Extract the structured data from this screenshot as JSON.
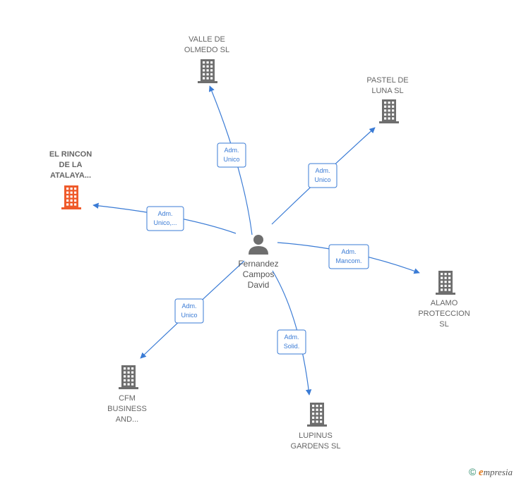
{
  "colors": {
    "edge": "#3a7bd5",
    "building": "#6e6e6e",
    "highlight": "#ef5a2a",
    "person": "#6e6e6e"
  },
  "center": {
    "name_lines": [
      "Fernandez",
      "Campos",
      "David"
    ],
    "icon": "person-icon"
  },
  "nodes": [
    {
      "id": "valle",
      "lines": [
        "VALLE DE",
        "OLMEDO  SL"
      ],
      "highlight": false,
      "icon": "building-icon"
    },
    {
      "id": "pastel",
      "lines": [
        "PASTEL DE",
        "LUNA  SL"
      ],
      "highlight": false,
      "icon": "building-icon"
    },
    {
      "id": "rincon",
      "lines": [
        "EL RINCON",
        "DE LA",
        "ATALAYA..."
      ],
      "highlight": true,
      "icon": "building-icon"
    },
    {
      "id": "alamo",
      "lines": [
        "ALAMO",
        "PROTECCION",
        "SL"
      ],
      "highlight": false,
      "icon": "building-icon"
    },
    {
      "id": "cfm",
      "lines": [
        "CFM",
        "BUSINESS",
        "AND..."
      ],
      "highlight": false,
      "icon": "building-icon"
    },
    {
      "id": "lupinus",
      "lines": [
        "LUPINUS",
        "GARDENS  SL"
      ],
      "highlight": false,
      "icon": "building-icon"
    }
  ],
  "edges": [
    {
      "to": "valle",
      "label": [
        "Adm.",
        "Unico"
      ]
    },
    {
      "to": "pastel",
      "label": [
        "Adm.",
        "Unico"
      ]
    },
    {
      "to": "rincon",
      "label": [
        "Adm.",
        "Unico,..."
      ]
    },
    {
      "to": "alamo",
      "label": [
        "Adm.",
        "Mancom."
      ]
    },
    {
      "to": "cfm",
      "label": [
        "Adm.",
        "Unico"
      ]
    },
    {
      "to": "lupinus",
      "label": [
        "Adm.",
        "Solid."
      ]
    }
  ],
  "footer": {
    "copyright_symbol": "©",
    "brand_initial": "e",
    "brand_rest": "mpresia"
  }
}
